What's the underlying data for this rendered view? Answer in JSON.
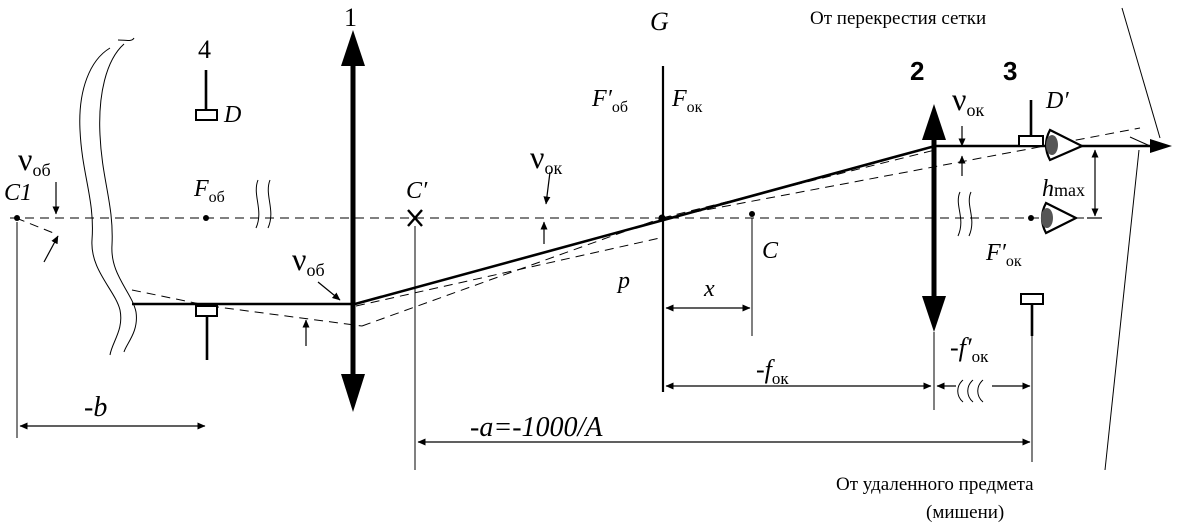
{
  "labels": {
    "lens1": "1",
    "lens2": "2",
    "eyepiece_marker": "3",
    "object_marker": "4",
    "grid_G": "G",
    "note_top": "От перекрестия сетки",
    "note_bottom_line1": "От удаленного предмета",
    "note_bottom_line2": "(мишени)",
    "D": "D",
    "D_prime": "D′",
    "C1": "C1",
    "C_prime": "C′",
    "C": "C",
    "p": "p",
    "x": "x",
    "F_main": "F",
    "F_prime": "F′",
    "sub_ob": "об",
    "sub_ok": "ок",
    "nu": "ν",
    "h": "h",
    "max": "max",
    "minus_b": "-b",
    "distance_a": "-a=-1000/A",
    "minus_f": "-f",
    "minus_f_prime": "-f′"
  },
  "colors": {
    "ink": "#000000",
    "eye": "#555555",
    "background": "#ffffff"
  }
}
